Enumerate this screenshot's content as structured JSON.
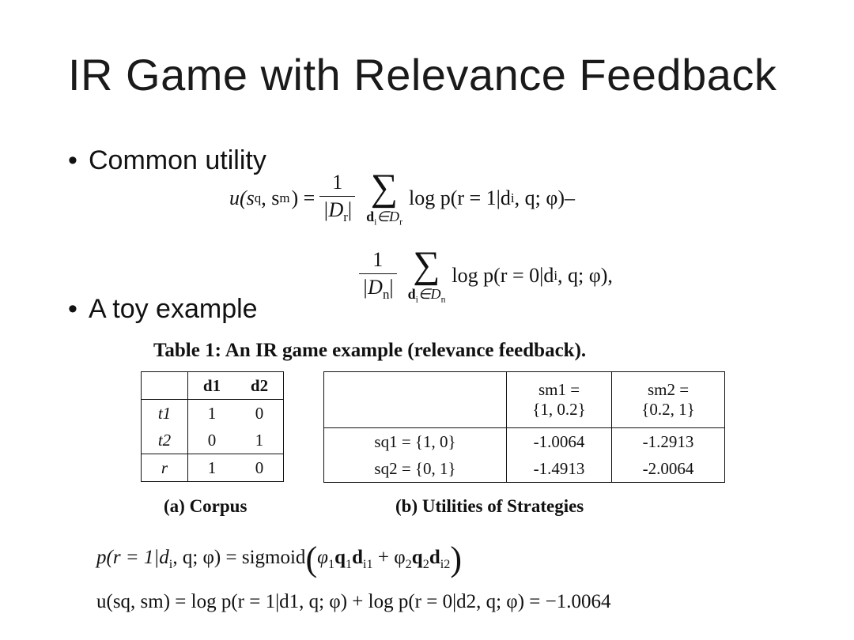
{
  "slide": {
    "title": "IR Game with Relevance Feedback",
    "bullets": [
      "Common utility",
      "A toy example"
    ]
  },
  "equation": {
    "line1_lhs": "u(s",
    "lhs_sub_q": "q",
    "lhs_mid": ", s",
    "lhs_sub_m": "m",
    "lhs_close": ") =",
    "frac1_num": "1",
    "frac1_den": "|D",
    "frac1_den_sub": "r",
    "sum1_sub": "d",
    "sum1_sub_i": "i",
    "sum1_sub_set": "∈D",
    "sum1_sub_set_sub": "r",
    "term1": "log p(r = 1|d",
    "term1_i": "i",
    "term1_rest": ", q; φ)–",
    "frac2_num": "1",
    "frac2_den": "|D",
    "frac2_den_sub": "n",
    "sum2_sub_set_sub": "n",
    "term2": "log p(r = 0|d",
    "term2_rest": ", q; φ),",
    "sigma": "∑",
    "bar": "|"
  },
  "table_caption": "Table 1: An IR game example (relevance feedback).",
  "corpus": {
    "caption": "(a) Corpus",
    "headers": [
      "",
      "d1",
      "d2"
    ],
    "rows": [
      {
        "label": "t1",
        "values": [
          "1",
          "0"
        ]
      },
      {
        "label": "t2",
        "values": [
          "0",
          "1"
        ]
      },
      {
        "label": "r",
        "values": [
          "1",
          "0"
        ]
      }
    ]
  },
  "utilities": {
    "caption": "(b) Utilities of Strategies",
    "col_headers": [
      {
        "line1": "sm1 =",
        "line2": "{1, 0.2}"
      },
      {
        "line1": "sm2 =",
        "line2": "{0.2, 1}"
      }
    ],
    "rows": [
      {
        "label": "sq1 = {1, 0}",
        "values": [
          "-1.0064",
          "-1.2913"
        ]
      },
      {
        "label": "sq2 = {0, 1}",
        "values": [
          "-1.4913",
          "-2.0064"
        ]
      }
    ]
  },
  "formulas": {
    "f1_a": "p(r = 1|d",
    "f1_b": ", q; φ) = sigmoid",
    "f1_c": "φ",
    "f1_d": "1",
    "f1_e": "q",
    "f1_f": "1",
    "f1_g": "d",
    "f1_h": "i1",
    "f1_i": " + φ",
    "f1_j": "2",
    "f1_k": "q",
    "f1_l": "2",
    "f1_m": "d",
    "f1_n": "i2",
    "f2": "u(sq, sm) = log p(r = 1|d1, q; φ) + log p(r = 0|d2, q; φ) = −1.0064",
    "paren_open": "(",
    "paren_close": ")"
  }
}
